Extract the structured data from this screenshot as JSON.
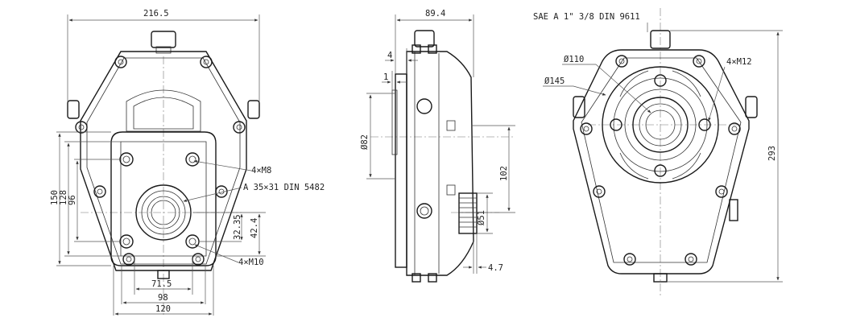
{
  "front_view": {
    "width_label": "216.5",
    "height_150": "150",
    "height_128": "128",
    "height_96": "96",
    "dim_32": "32.35",
    "dim_42": "42.4",
    "bottom_71": "71.5",
    "bottom_98": "98",
    "bottom_120": "120",
    "thread_m8": "4×M8",
    "spline": "A 35×31 DIN 5482",
    "thread_m10": "4×M10"
  },
  "side_view": {
    "width_label": "89.4",
    "dim_4": "4",
    "dim_1": "1",
    "dia_82": "Ø82",
    "dim_102": "102",
    "dia_51": "Ø51",
    "dim_47": "4.7"
  },
  "rear_view": {
    "sae_label": "SAE A 1\" 3/8 DIN 9611",
    "dia_110": "Ø110",
    "dia_145": "Ø145",
    "thread_m12": "4×M12",
    "height_293": "293"
  }
}
